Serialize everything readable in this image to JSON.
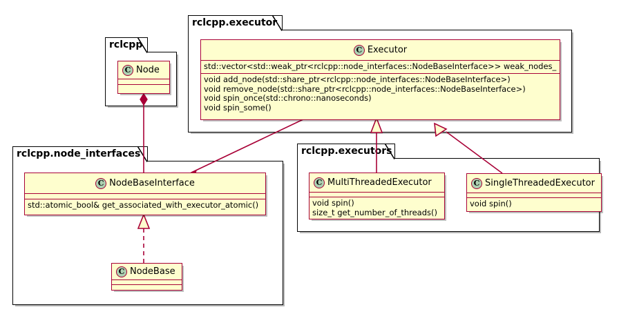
{
  "diagram": {
    "kind": "uml-class-diagram",
    "accent_color": "#A80036",
    "class_fill": "#FEFECE",
    "icon_fill": "#ADD1B2",
    "background": "#FFFFFF"
  },
  "packages": {
    "rclcpp": {
      "label": "rclcpp"
    },
    "executor": {
      "label": "rclcpp.executor"
    },
    "node_interfaces": {
      "label": "rclcpp.node_interfaces"
    },
    "executors": {
      "label": "rclcpp.executors"
    }
  },
  "classes": {
    "node": {
      "name": "Node",
      "stereotype": "C",
      "attributes": [],
      "methods": []
    },
    "executor": {
      "name": "Executor",
      "stereotype": "C",
      "attributes": [
        "std::vector<std::weak_ptr<rclcpp::node_interfaces::NodeBaseInterface>> weak_nodes_"
      ],
      "methods": [
        "void add_node(std::share_ptr<rclcpp::node_interfaces::NodeBaseInterface>)",
        "void remove_node(std::share_ptr<rclcpp::node_interfaces::NodeBaseInterface>)",
        "void spin_once(std::chrono::nanoseconds)",
        "void spin_some()"
      ]
    },
    "node_base_interface": {
      "name": "NodeBaseInterface",
      "stereotype": "C",
      "attributes": [],
      "methods": [
        "std::atomic_bool& get_associated_with_executor_atomic()"
      ]
    },
    "node_base": {
      "name": "NodeBase",
      "stereotype": "C",
      "attributes": [],
      "methods": []
    },
    "multi_threaded_executor": {
      "name": "MultiThreadedExecutor",
      "stereotype": "C",
      "attributes": [],
      "methods": [
        "void spin()",
        "size_t get_number_of_threads()"
      ]
    },
    "single_threaded_executor": {
      "name": "SingleThreadedExecutor",
      "stereotype": "C",
      "attributes": [],
      "methods": [
        "void spin()"
      ]
    }
  },
  "relationships": [
    {
      "name": "node-composes-node-base-interface",
      "from": "Node",
      "to": "NodeBaseInterface",
      "type": "composition"
    },
    {
      "name": "executor-associates-node-base-interface",
      "from": "Executor",
      "to": "NodeBaseInterface",
      "type": "association"
    },
    {
      "name": "node-base-realizes-node-base-interface",
      "from": "NodeBase",
      "to": "NodeBaseInterface",
      "type": "realization"
    },
    {
      "name": "multi-threaded-executor-extends-executor",
      "from": "MultiThreadedExecutor",
      "to": "Executor",
      "type": "inheritance"
    },
    {
      "name": "single-threaded-executor-extends-executor",
      "from": "SingleThreadedExecutor",
      "to": "Executor",
      "type": "inheritance"
    }
  ]
}
